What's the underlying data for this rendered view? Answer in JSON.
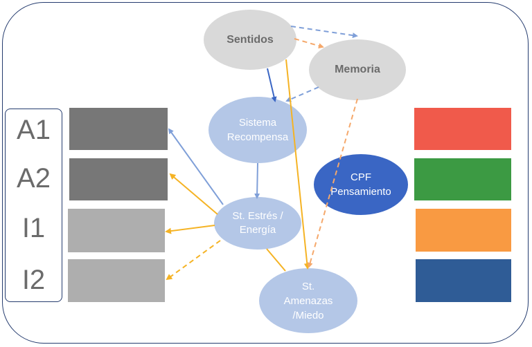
{
  "labels": {
    "a1": "A1",
    "a2": "A2",
    "i1": "I1",
    "i2": "I2"
  },
  "nodes": {
    "sentidos": "Sentidos",
    "memoria": "Memoria",
    "sistema_l1": "Sistema",
    "sistema_l2": "Recompensa",
    "estres_l1": "St. Estrés /",
    "estres_l2": "Energía",
    "amenazas_l1": "St.",
    "amenazas_l2": "Amenazas",
    "amenazas_l3": "/Miedo",
    "cpf_l1": "CPF",
    "cpf_l2": "Pensamiento"
  },
  "colors": {
    "blue_arrow": "#7f9fd8",
    "dark_blue_arrow": "#3a66c4",
    "orange_arrow": "#f5b324",
    "orange_dashed": "#f5a86b",
    "grey_node": "#d9d9d9",
    "light_blue_node": "#b4c7e7",
    "cpf_node": "#3a66c4",
    "dark_grey_rect": "#777777",
    "light_grey_rect": "#aeaeae",
    "red": "#f05a4b",
    "green": "#3c9a43",
    "orange": "#f99a42",
    "navy": "#2f5c96"
  }
}
